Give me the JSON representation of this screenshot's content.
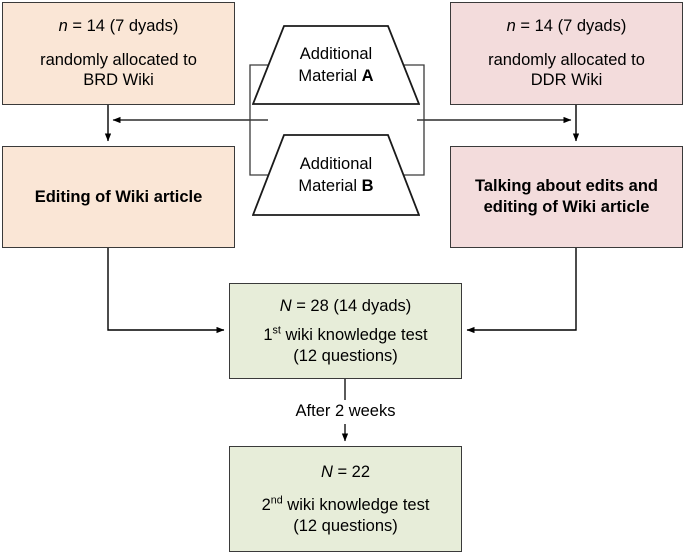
{
  "diagram": {
    "title": "Study design flowchart",
    "colors": {
      "brd_fill": "#fae6d6",
      "ddr_fill": "#f3dcdc",
      "test_fill": "#e7edd9",
      "stroke": "#3a3a3a",
      "background": "#ffffff"
    }
  },
  "nodes": {
    "brd_group": {
      "id": "brd-group",
      "line1_prefix": "n",
      "line1_rest": " = 14 (7 dyads)",
      "line2": "randomly allocated to",
      "line3": "BRD Wiki"
    },
    "ddr_group": {
      "id": "ddr-group",
      "line1_prefix": "n",
      "line1_rest": " = 14 (7 dyads)",
      "line2": "randomly allocated to",
      "line3": "DDR Wiki"
    },
    "editing": {
      "id": "editing-condition",
      "line1": "Editing of Wiki article"
    },
    "talking": {
      "id": "talking-condition",
      "line1": "Talking about edits and",
      "line2": "editing of Wiki article"
    },
    "material_a": {
      "id": "additional-material-a",
      "line1": "Additional",
      "line2_prefix": "Material ",
      "line2_bold": "A"
    },
    "material_b": {
      "id": "additional-material-b",
      "line1": "Additional",
      "line2_prefix": "Material ",
      "line2_bold": "B"
    },
    "test1": {
      "id": "first-wiki-knowledge-test",
      "line1_prefix": "N",
      "line1_rest": " = 28 (14 dyads)",
      "line2_number": "1",
      "line2_sup": "st",
      "line2_rest": " wiki knowledge test",
      "line3": "(12 questions)"
    },
    "test2": {
      "id": "second-wiki-knowledge-test",
      "line1_prefix": "N",
      "line1_rest": " = 22",
      "line2_number": "2",
      "line2_sup": "nd",
      "line2_rest": " wiki knowledge test",
      "line3": "(12 questions)"
    }
  },
  "edges": {
    "after_two_weeks_label": "After 2 weeks"
  }
}
